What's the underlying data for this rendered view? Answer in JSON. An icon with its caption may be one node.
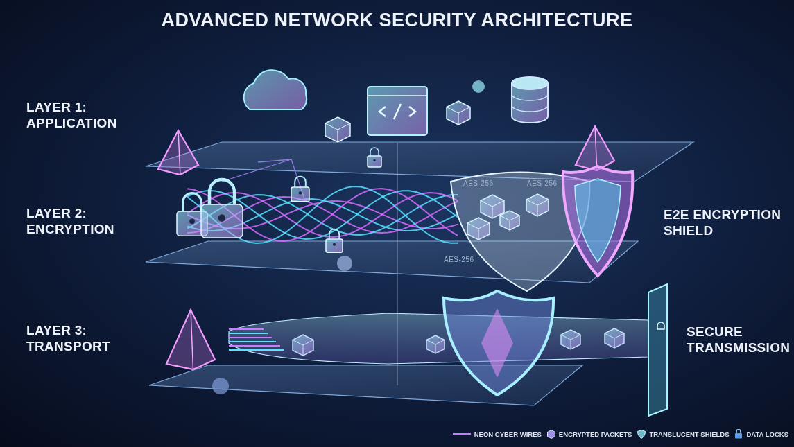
{
  "diagram": {
    "title": "ADVANCED NETWORK SECURITY ARCHITECTURE",
    "labels": [
      "LAYER 1: APPLICATION",
      "LAYER 2: ENCRYPTION",
      "LAYER 3: TRANSPORT",
      "AES-256",
      "AES-256",
      "AES-256",
      "E2E ENCRYPTION SHIELD",
      "SECURE TRANSMISSION"
    ],
    "legend": [
      {
        "text": "NEON CYBER WIRES"
      },
      {
        "text": "ENCRYPTED PACKETS"
      },
      {
        "text": "TRANSLUCENT SHIELDS"
      },
      {
        "text": "DATA LOCKS"
      }
    ]
  }
}
